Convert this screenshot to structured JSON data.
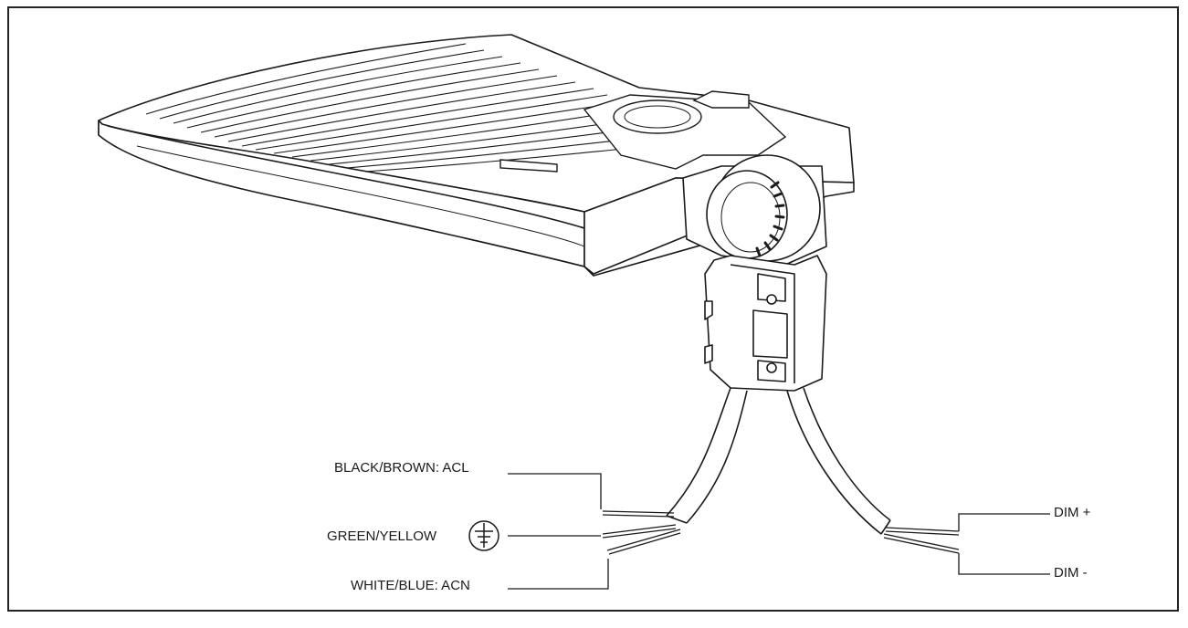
{
  "diagram": {
    "wire_labels": {
      "line": "BLACK/BROWN: ACL",
      "ground": "GREEN/YELLOW",
      "neutral": "WHITE/BLUE: ACN",
      "dim_plus": "DIM +",
      "dim_minus": "DIM -"
    },
    "icons": {
      "ground": "ground-symbol-icon"
    },
    "colors": {
      "line_art": "#1a1a1a",
      "frame": "#222222",
      "background": "#ffffff"
    }
  }
}
